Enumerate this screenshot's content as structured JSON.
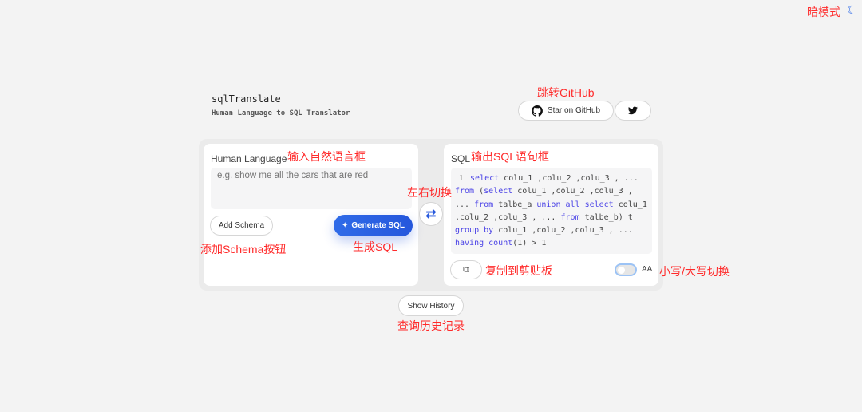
{
  "header": {
    "title": "sqlTranslate",
    "subtitle": "Human Language to SQL Translator",
    "github_label": "Star on GitHub",
    "dark_mode_label": "暗模式"
  },
  "input_panel": {
    "label": "Human Language",
    "placeholder": "e.g. show me all the cars that are red",
    "value": "",
    "add_schema_label": "Add Schema",
    "generate_label": "Generate SQL"
  },
  "output_panel": {
    "label": "SQL",
    "line_number": "1",
    "code_lines": [
      [
        {
          "t": "select",
          "kw": true
        },
        {
          "t": " colu_1 ,colu_2 ,colu_3 , ..."
        }
      ],
      [
        {
          "t": "from",
          "kw": true
        },
        {
          "t": " ("
        },
        {
          "t": "select",
          "kw": true
        },
        {
          "t": " colu_1 ,colu_2 ,colu_3 ,"
        }
      ],
      [
        {
          "t": "... "
        },
        {
          "t": "from",
          "kw": true
        },
        {
          "t": " talbe_a "
        },
        {
          "t": "union all select",
          "kw": true
        },
        {
          "t": " colu_1"
        }
      ],
      [
        {
          "t": ",colu_2 ,colu_3 , ... "
        },
        {
          "t": "from",
          "kw": true
        },
        {
          "t": " talbe_b) t"
        }
      ],
      [
        {
          "t": "group by",
          "kw": true
        },
        {
          "t": " colu_1 ,colu_2 ,colu_3 , ..."
        }
      ],
      [
        {
          "t": "having count",
          "kw": true
        },
        {
          "t": "(1) > 1"
        }
      ]
    ],
    "case_label": "AA",
    "case_toggle_on": false
  },
  "history_label": "Show History",
  "annotations": {
    "github": "跳转GitHub",
    "input": "输入自然语言框",
    "output": "输出SQL语句框",
    "swap": "左右切换",
    "add_schema": "添加Schema按钮",
    "generate": "生成SQL",
    "copy": "复制到剪贴板",
    "case": "小写/大写切换",
    "history": "查询历史记录"
  },
  "colors": {
    "accent": "#2f6be8",
    "keyword": "#4b43e6",
    "annotation": "#ff2a2a"
  }
}
